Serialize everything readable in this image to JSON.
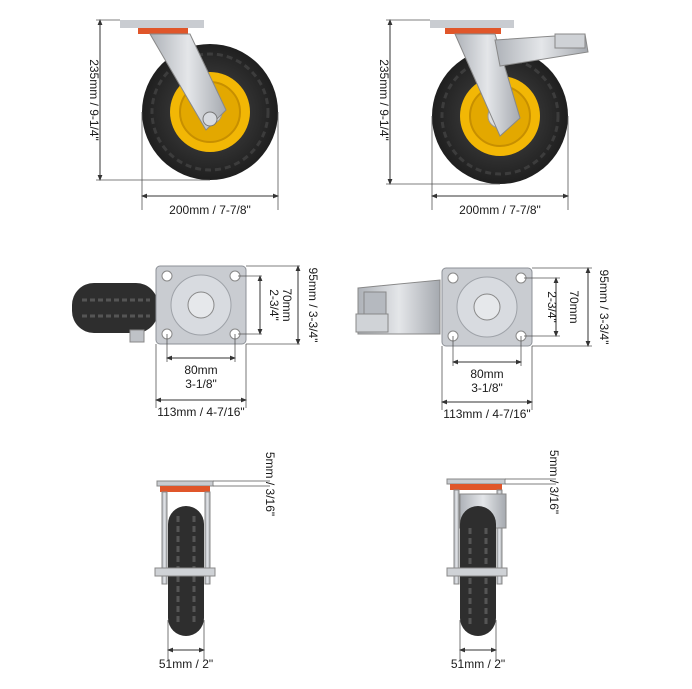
{
  "labels": {
    "height_top": "235mm / 9-1/4\"",
    "width_top": "200mm / 7-7/8\"",
    "plate_height": "95mm / 3-3/4\"",
    "hole_height_mm": "70mm",
    "hole_height_in": "2-3/4\"",
    "hole_width_mm": "80mm",
    "hole_width_in": "3-1/8\"",
    "plate_width": "113mm / 4-7/16\"",
    "plate_thickness": "5mm / 3/16\"",
    "wheel_width": "51mm / 2\""
  },
  "colors": {
    "tire": "#2b2b2b",
    "hub": "#f2b705",
    "metal": "#c9ccd1",
    "accent_plate": "#e0562a",
    "dim_line": "#333333"
  }
}
